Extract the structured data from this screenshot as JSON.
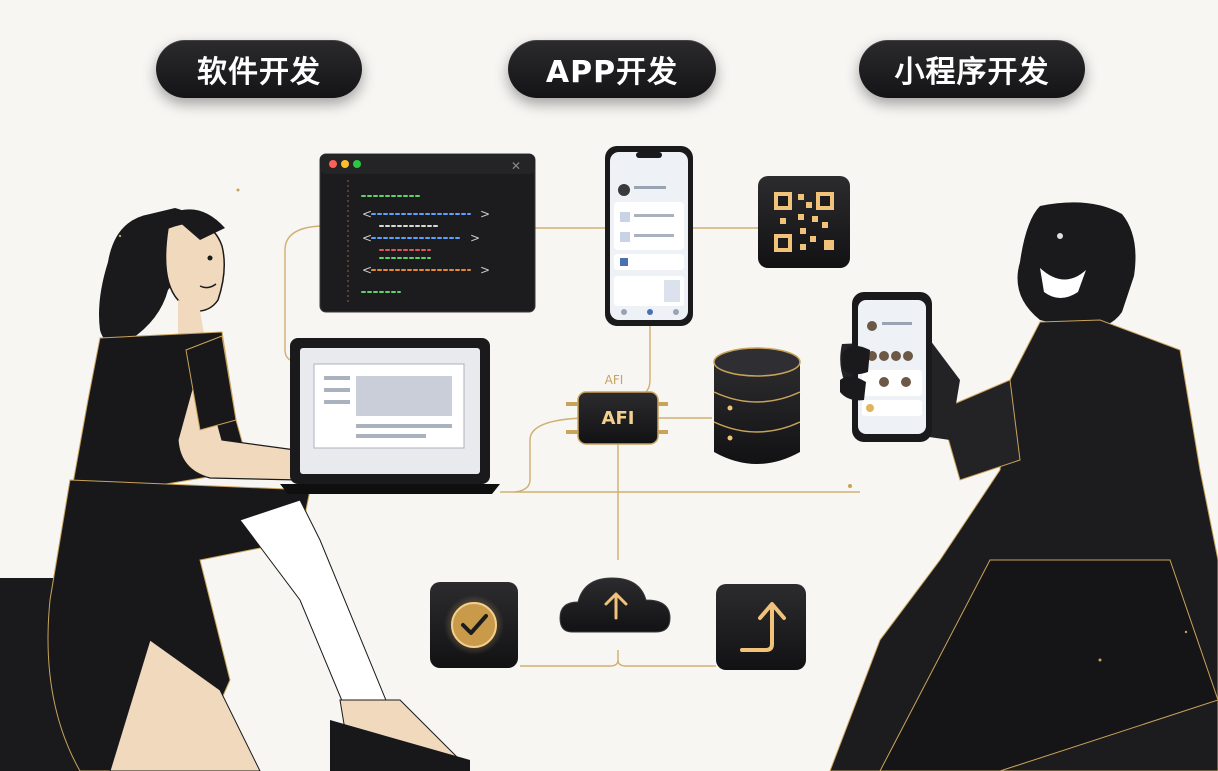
{
  "categories": {
    "software": "软件开发",
    "app": "APP开发",
    "miniprogram": "小程序开发"
  },
  "api": {
    "chip_label": "AFI",
    "chip_caption": "AFI"
  },
  "colors": {
    "gold": "#c9a35a",
    "dark": "#18181a",
    "background": "#f7f6f3",
    "skin": "#f1d9bd",
    "code_blue": "#5aa0ff",
    "code_green": "#5fd36a",
    "code_orange": "#e38b3b",
    "code_red": "#e05757"
  },
  "icons": {
    "check": "check-icon",
    "upload": "cloud-upload-icon",
    "share": "share-arrow-icon",
    "qr": "qr-code-icon",
    "database": "database-icon"
  }
}
